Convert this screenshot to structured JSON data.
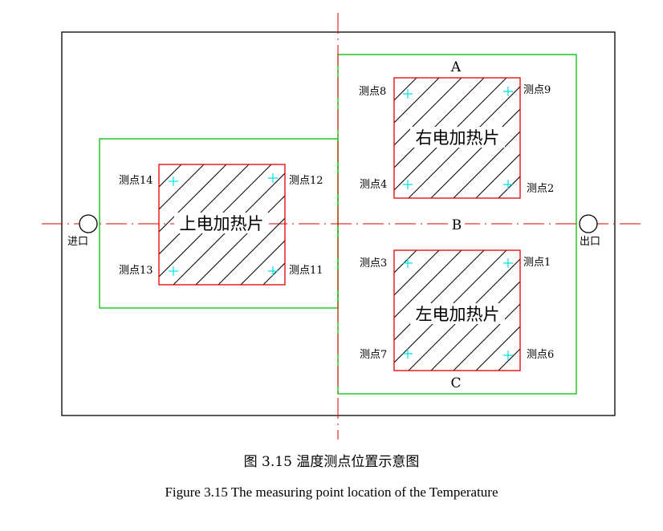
{
  "plates": {
    "upper": "上电加热片",
    "right": "右电加热片",
    "left": "左电加热片"
  },
  "ports": {
    "inlet": "进口",
    "outlet": "出口"
  },
  "zones": {
    "a": "A",
    "b": "B",
    "c": "C"
  },
  "points": {
    "p1": "测点1",
    "p2": "测点2",
    "p3": "测点3",
    "p4": "测点4",
    "p6": "测点6",
    "p7": "测点7",
    "p8": "测点8",
    "p9": "测点9",
    "p11": "测点11",
    "p12": "测点12",
    "p13": "测点13",
    "p14": "测点14"
  },
  "caption": {
    "chinese": "图 3.15  温度测点位置示意图",
    "english": "Figure 3.15 The measuring point location of the Temperature"
  },
  "colors": {
    "enclosure": "#000000",
    "zone_outline": "#00c000",
    "plate_outline": "#e00000",
    "centerline": "#e00000",
    "hatch": "#000000",
    "marker": "#00e0e0"
  }
}
